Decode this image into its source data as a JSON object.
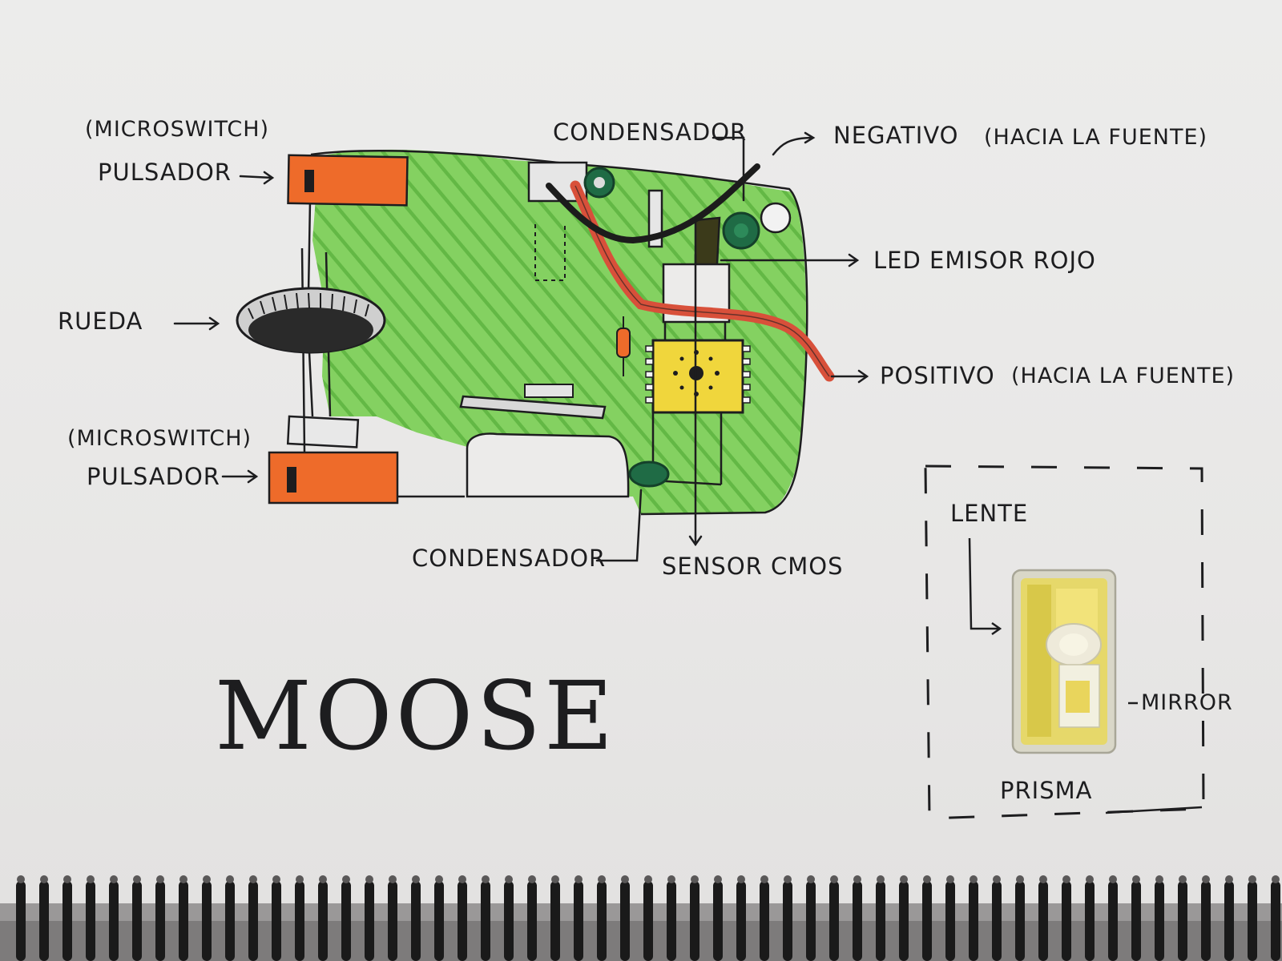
{
  "diagram": {
    "title": "MOOSE",
    "labels": {
      "microswitch_top": "(MICROSWITCH)",
      "pulsador_top": "PULSADOR",
      "rueda": "RUEDA",
      "microswitch_bottom": "(MICROSWITCH)",
      "pulsador_bottom": "PULSADOR",
      "condensador_top": "CONDENSADOR",
      "negativo": "NEGATIVO",
      "hacia_fuente_neg": "(HACIA LA FUENTE)",
      "led": "LED EMISOR ROJO",
      "positivo": "POSITIVO",
      "hacia_fuente_pos": "(HACIA LA FUENTE)",
      "condensador_bottom": "CONDENSADOR",
      "sensor": "SENSOR CMOS",
      "lente": "LENTE",
      "mirror": "MIRROR",
      "prisma": "PRISMA"
    },
    "colors": {
      "board_green": "#6ec44a",
      "switch_orange": "#ee6b2a",
      "sensor_yellow": "#f0d63c",
      "wire_red": "#d8503a",
      "wire_black": "#1c1c1c",
      "ink": "#1d1d1f",
      "component_green": "#1f6b45"
    }
  }
}
